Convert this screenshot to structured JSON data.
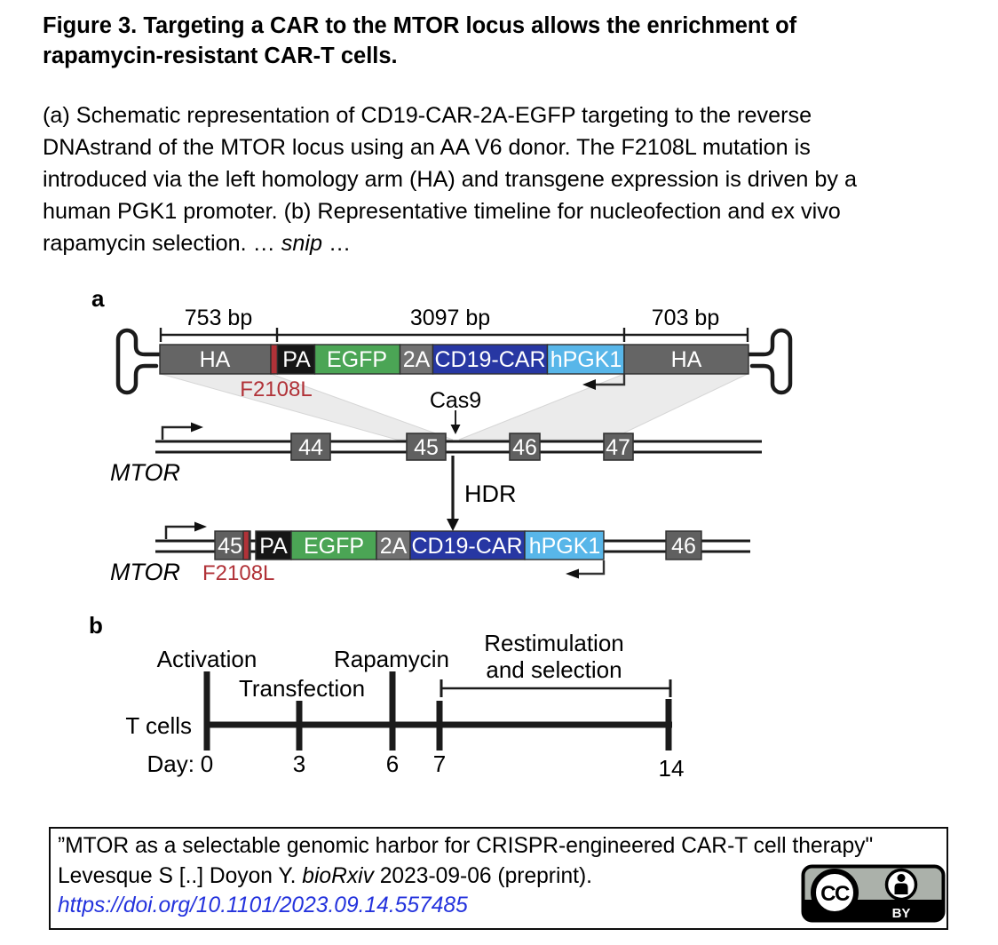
{
  "figure_header": {
    "title_lines": [
      "Figure 3. Targeting a CAR to the MTOR locus allows the enrichment of",
      "rapamycin-resistant CAR-T cells."
    ],
    "caption_lines": [
      "(a) Schematic representation of CD19-CAR-2A-EGFP targeting to the reverse",
      "DNAstrand of the MTOR locus using an AA V6 donor. The F2108L mutation is",
      "introduced via the left homology arm (HA) and transgene expression is driven by a",
      "human PGK1 promoter. (b) Representative timeline for nucleofection and ex vivo"
    ],
    "caption_last": {
      "pre": "rapamycin selection. … ",
      "italic": "snip",
      "post": " …"
    }
  },
  "panel_a": {
    "label": "a",
    "bp_labels": {
      "left": "753 bp",
      "middle": "3097 bp",
      "right": "703 bp"
    },
    "donor_blocks": [
      {
        "label": "HA"
      },
      {
        "label": "PA"
      },
      {
        "label": "EGFP"
      },
      {
        "label": "2A"
      },
      {
        "label": "CD19-CAR"
      },
      {
        "label": "hPGK1"
      },
      {
        "label": "HA"
      }
    ],
    "mutation_label": "F2108L",
    "cas9_label": "Cas9",
    "hdr_label": "HDR",
    "locus_name": "MTOR",
    "exons": [
      "44",
      "45",
      "46",
      "47"
    ],
    "integrated": {
      "locus_name": "MTOR",
      "mutation_label": "F2108L",
      "exon_left": "45",
      "exon_right": "46",
      "blocks": [
        {
          "label": "PA"
        },
        {
          "label": "EGFP"
        },
        {
          "label": "2A"
        },
        {
          "label": "CD19-CAR"
        },
        {
          "label": "hPGK1"
        }
      ]
    }
  },
  "panel_b": {
    "label": "b",
    "events": {
      "activation": "Activation",
      "transfection": "Transfection",
      "rapamycin": "Rapamycin",
      "restim_line1": "Restimulation",
      "restim_line2": "and selection"
    },
    "axis_label": "T cells",
    "day_prefix": "Day:",
    "days": [
      "0",
      "3",
      "6",
      "7",
      "14"
    ]
  },
  "citation": {
    "line1": "”MTOR as a selectable genomic harbor for CRISPR-engineered CAR-T cell therapy\"",
    "line2_pre": "Levesque S [..] Doyon Y. ",
    "line2_italic": "bioRxiv",
    "line2_post": " 2023-09-06 (preprint).",
    "doi": "https://doi.org/10.1101/2023.09.14.557485",
    "license": {
      "cc": "CC",
      "by": "BY"
    }
  },
  "colors": {
    "egfp_green": "#4ba555",
    "car_blue": "#2737a3",
    "pgk_lightblue": "#58b6e9",
    "ha_gray": "#656565",
    "exon_gray": "#606060",
    "pa_black": "#161616",
    "mutation_red": "#b13238",
    "link_blue": "#2433dd",
    "shade_gray": "#ebebeb",
    "badge_gray": "#abb1aa"
  }
}
